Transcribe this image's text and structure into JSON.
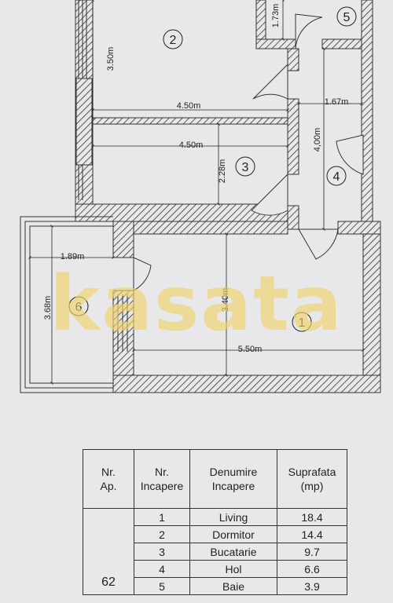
{
  "plan": {
    "dimensions": {
      "room2_height": "3.50m",
      "room2_width": "4.50m",
      "room5_height": "1.73m",
      "hall_width": "1.67m",
      "room3_width": "4.50m",
      "room3_height": "2.28m",
      "hall_height": "4,00m",
      "room6_width": "1.89m",
      "room6_height": "3.68m",
      "room1_height": "3.40m",
      "room1_width": "5.50m"
    },
    "room_markers": [
      "1",
      "2",
      "3",
      "4",
      "5",
      "6"
    ],
    "watermark": "kasata"
  },
  "table": {
    "headers": [
      "Nr. Ap.",
      "Nr. Incapere",
      "Denumire Incapere",
      "Suprafata (mp)"
    ],
    "apartment": "62",
    "rows": [
      {
        "nr": "1",
        "name": "Living",
        "area": "18.4"
      },
      {
        "nr": "2",
        "name": "Dormitor",
        "area": "14.4"
      },
      {
        "nr": "3",
        "name": "Bucatarie",
        "area": "9.7"
      },
      {
        "nr": "4",
        "name": "Hol",
        "area": "6.6"
      },
      {
        "nr": "5",
        "name": "Baie",
        "area": "3.9"
      }
    ]
  },
  "colors": {
    "background": "#e8e8ea",
    "wall_stroke": "#333333",
    "watermark": "#f2d36b"
  }
}
